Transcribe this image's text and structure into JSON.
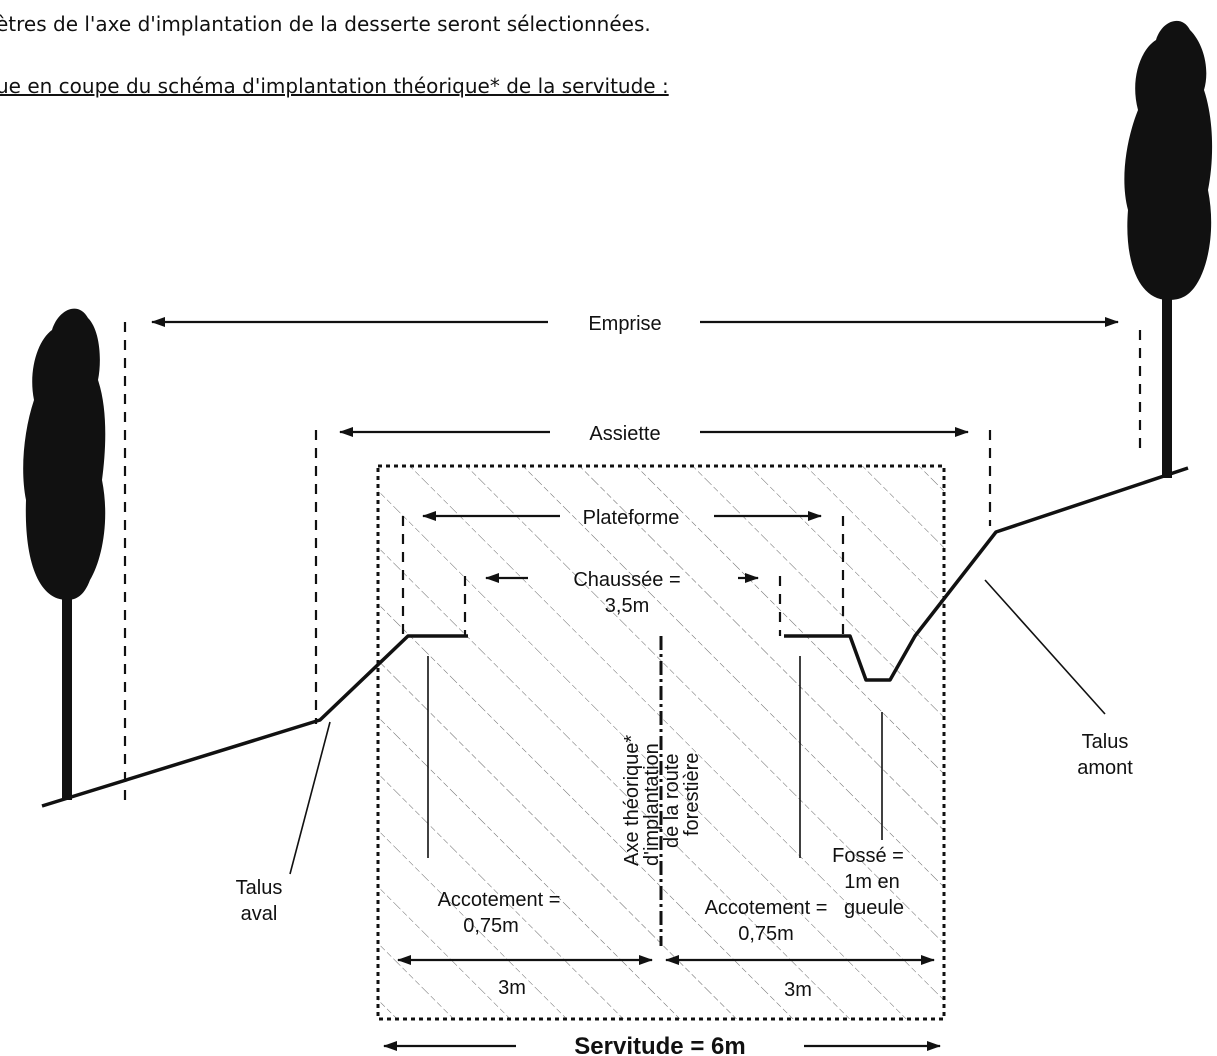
{
  "text": {
    "line1": "ètres de l'axe d'implantation de la desserte seront sélectionnées.",
    "line2": "ue en coupe  du schéma d'implantation théorique* de la servitude :"
  },
  "labels": {
    "emprise": "Emprise",
    "assiette": "Assiette",
    "plateforme": "Plateforme",
    "chaussee_1": "Chaussée =",
    "chaussee_2": "3,5m",
    "axe_1": "Axe théorique*",
    "axe_2": "d'implantation",
    "axe_3": "de la route",
    "axe_4": "forestière",
    "talus_aval_1": "Talus",
    "talus_aval_2": "aval",
    "talus_amont_1": "Talus",
    "talus_amont_2": "amont",
    "fosse_1": "Fossé =",
    "fosse_2": "1m en",
    "fosse_3": "gueule",
    "accot_left_1": "Accotement =",
    "accot_left_2": "0,75m",
    "accot_right_1": "Accotement =",
    "accot_right_2": "0,75m",
    "three_m_left": "3m",
    "three_m_right": "3m",
    "servitude": "Servitude = 6m"
  },
  "colors": {
    "ink": "#111111",
    "hatch": "#555555"
  }
}
